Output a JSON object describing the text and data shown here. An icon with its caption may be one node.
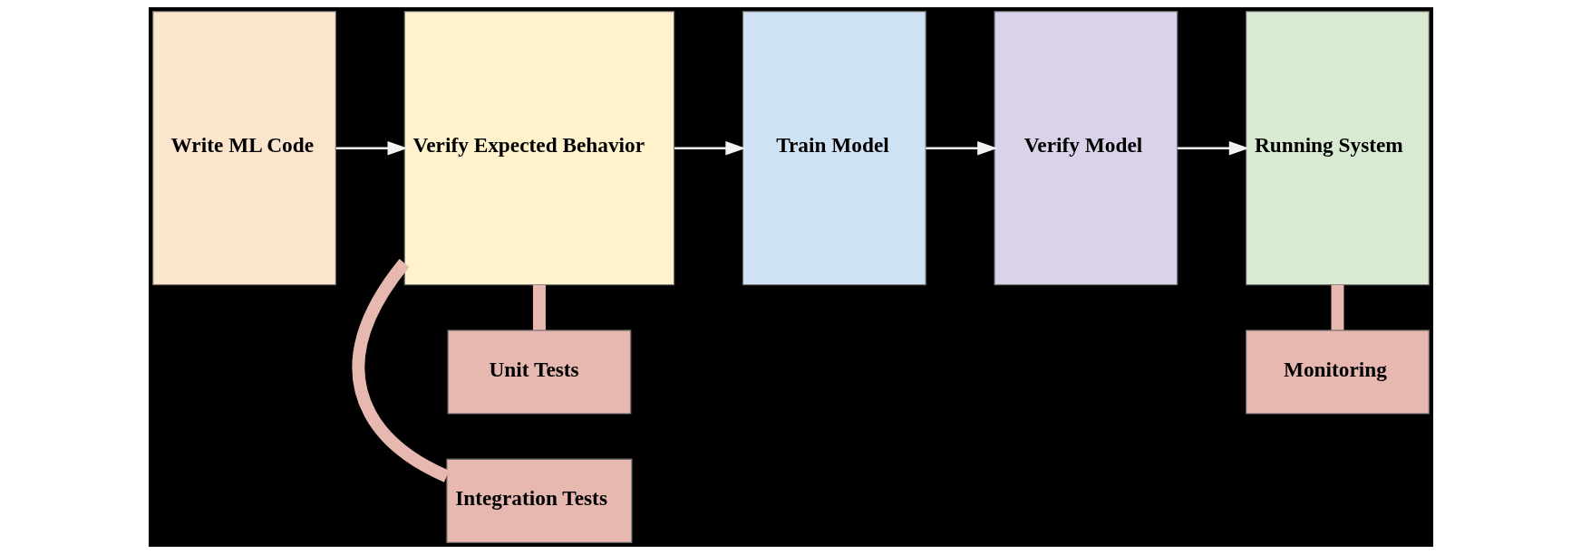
{
  "diagram": {
    "nodes": [
      {
        "text": [
          "Write ML Code"
        ]
      },
      {
        "text": [
          "Verify Expected Behavior"
        ]
      },
      {
        "text": [
          "Train Model"
        ]
      },
      {
        "text": [
          "Verify Model"
        ]
      },
      {
        "text": [
          "Running System"
        ]
      },
      {
        "text": [
          "Unit Tests"
        ]
      },
      {
        "text": [
          "Integration Tests"
        ]
      },
      {
        "text": [
          "Monitoring"
        ]
      }
    ],
    "edges": [
      {
        "from": 0,
        "to": 1,
        "arrow": "to"
      },
      {
        "from": 1,
        "to": 2,
        "arrow": "to"
      },
      {
        "from": 2,
        "to": 3,
        "arrow": "to"
      },
      {
        "from": 3,
        "to": 4,
        "arrow": "to"
      },
      {
        "from": 5,
        "to": 1,
        "arrow": "none",
        "style": "thick",
        "color": "#e6b8af"
      },
      {
        "from": 6,
        "to": 1,
        "arrow": "none",
        "style": "thick",
        "color": "#e6b8af"
      },
      {
        "from": 7,
        "to": 4,
        "arrow": "none",
        "style": "thick",
        "color": "#e6b8af"
      }
    ]
  }
}
